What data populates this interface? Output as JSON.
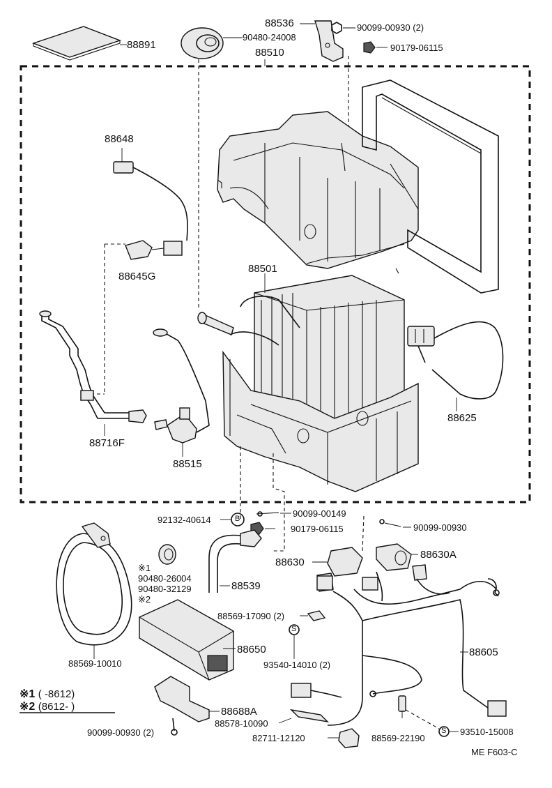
{
  "parts": {
    "p88891": "88891",
    "p90480_24008": "90480-24008",
    "p88536": "88536",
    "p90099_00930_2": "90099-00930 (2)",
    "p90179_06115_top": "90179-06115",
    "p88510": "88510",
    "p88648": "88648",
    "p88645G": "88645G",
    "p88501": "88501",
    "p88625": "88625",
    "p88716F": "88716F",
    "p88515": "88515",
    "p92132_40614": "92132-40614",
    "p90099_00149": "90099-00149",
    "p90179_06115_bot": "90179-06115",
    "p90099_00930_r": "90099-00930",
    "p88630": "88630",
    "p88630A": "88630A",
    "p90480_26004": "90480-26004",
    "p90480_32129": "90480-32129",
    "p88539": "88539",
    "p88569_17090": "88569-17090 (2)",
    "p93540_14010": "93540-14010 (2)",
    "p88650": "88650",
    "p88605": "88605",
    "p88569_10010": "88569-10010",
    "p88688A": "88688A",
    "p90099_00930_b": "90099-00930 (2)",
    "p88578_10090": "88578-10090",
    "p82711_12120": "82711-12120",
    "p88569_22190": "88569-22190",
    "p93510_15008": "93510-15008"
  },
  "marks": {
    "note1": "※1",
    "note2": "※2",
    "circle_b": "B",
    "circle_s1": "S",
    "circle_s2": "S"
  },
  "legend": {
    "row1_mark": "※1",
    "row1_value": "(       -8612)",
    "row2_mark": "※2",
    "row2_value": "(8612-        )"
  },
  "footer": {
    "code": "ME  F603-C"
  }
}
